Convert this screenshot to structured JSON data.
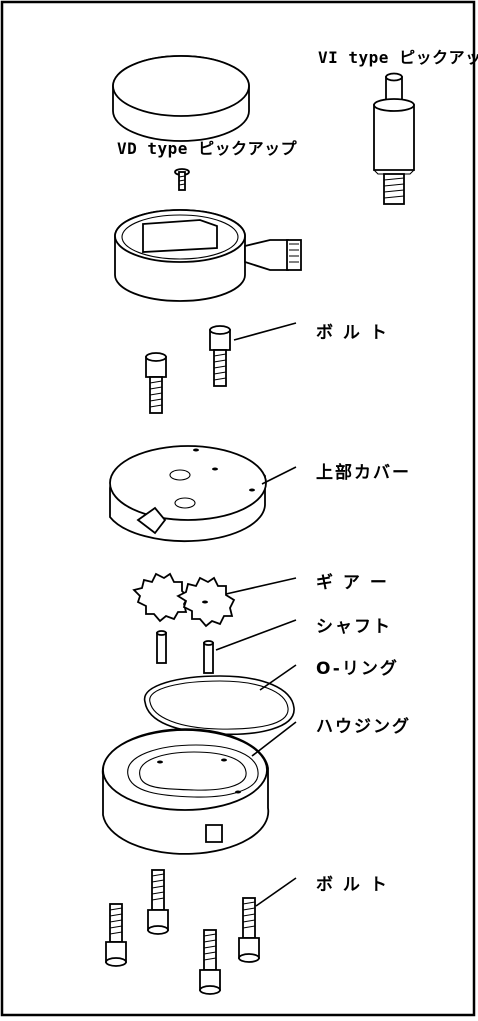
{
  "labels": {
    "vi_pickup": "VI type ピックアップ",
    "vd_pickup": "VD type ピックアップ",
    "bolt_upper": "ボ ル ト",
    "upper_cover": "上部カバー",
    "gear": "ギ ア ー",
    "shaft": "シャフト",
    "o_ring": "O-リング",
    "housing": "ハウジング",
    "bolt_lower": "ボ ル ト"
  },
  "colors": {
    "ink": "#000000",
    "paper": "#ffffff"
  }
}
